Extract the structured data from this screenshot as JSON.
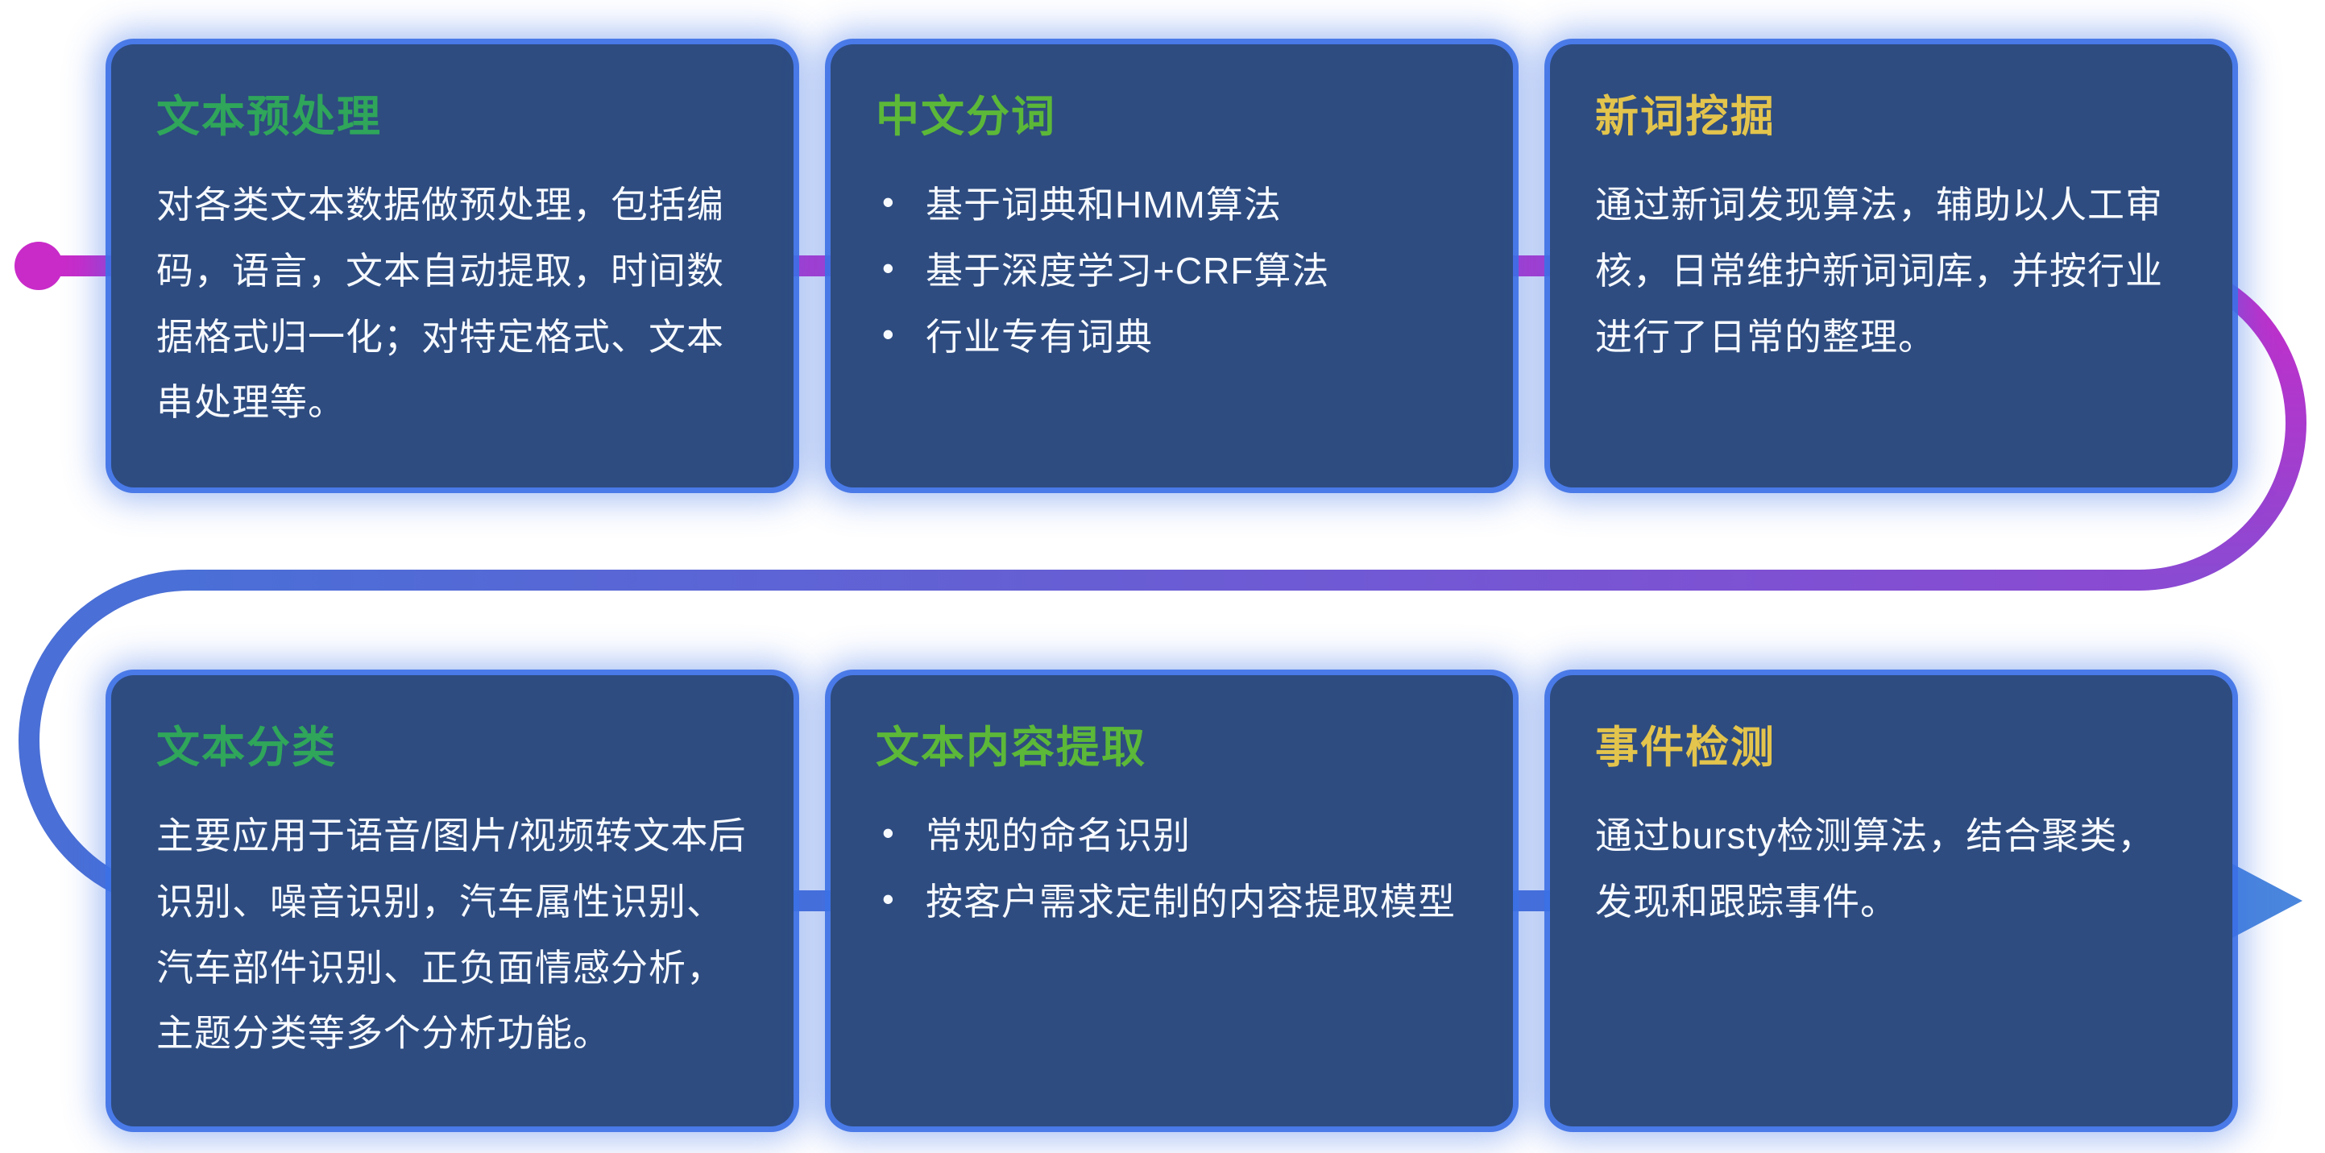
{
  "flow": {
    "colors": {
      "magenta": "#c92bc9",
      "purple": "#8a4ad2",
      "blue": "#4a6fd6",
      "arrow_blue": "#4a86dd"
    },
    "card_background": "#2e4c80",
    "card_glow": "#3c70e6"
  },
  "cards": [
    {
      "id": "text-preprocessing",
      "title": "文本预处理",
      "title_color": "#2fa65a",
      "body": "对各类文本数据做预处理，包括编码，语言，文本自动提取，时间数据格式归一化；对特定格式、文本串处理等。"
    },
    {
      "id": "chinese-word-segmentation",
      "title": "中文分词",
      "title_color": "#5cb838",
      "bullets": [
        "基于词典和HMM算法",
        "基于深度学习+CRF算法",
        "行业专有词典"
      ]
    },
    {
      "id": "new-word-mining",
      "title": "新词挖掘",
      "title_color": "#e3c44c",
      "body": "通过新词发现算法，辅助以人工审核，日常维护新词词库，并按行业进行了日常的整理。"
    },
    {
      "id": "text-classification",
      "title": "文本分类",
      "title_color": "#2fa65a",
      "body": "主要应用于语音/图片/视频转文本后识别、噪音识别，汽车属性识别、汽车部件识别、正负面情感分析，主题分类等多个分析功能。"
    },
    {
      "id": "text-content-extraction",
      "title": "文本内容提取",
      "title_color": "#5cb838",
      "bullets": [
        "常规的命名识别",
        "按客户需求定制的内容提取模型"
      ]
    },
    {
      "id": "event-detection",
      "title": "事件检测",
      "title_color": "#e3c44c",
      "body": "通过bursty检测算法，结合聚类，发现和跟踪事件。"
    }
  ]
}
